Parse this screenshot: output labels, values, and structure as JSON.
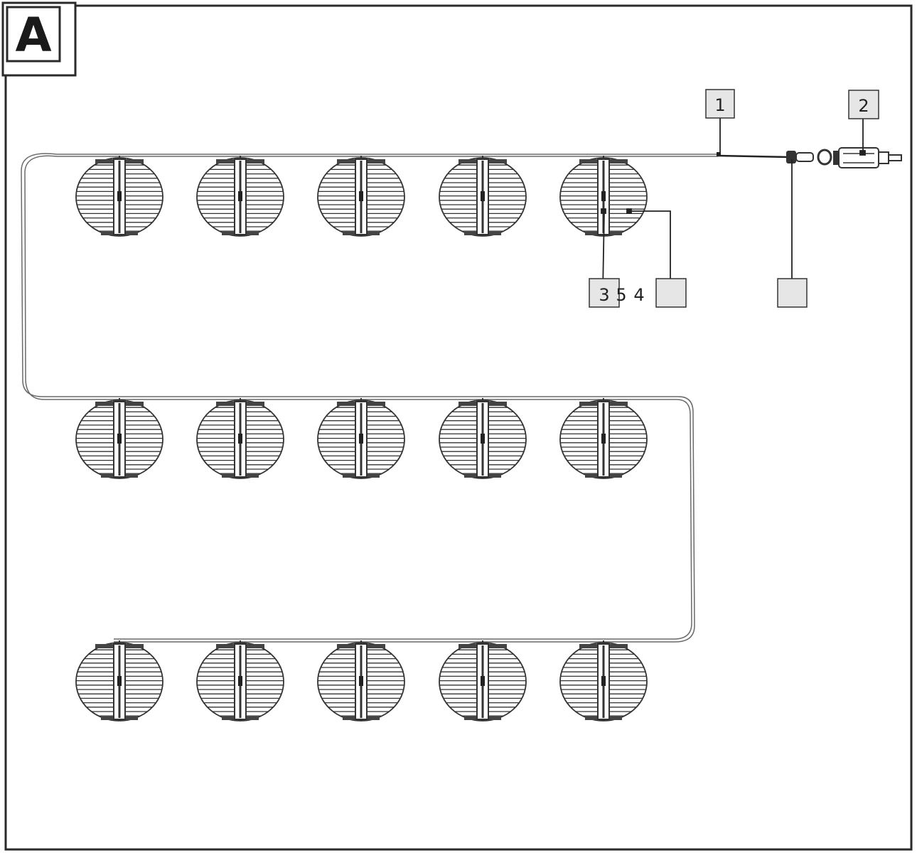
{
  "panel": {
    "label": "A"
  },
  "lanterns": {
    "rows": 3,
    "per_row": 5,
    "count": 15
  },
  "callouts": {
    "c1": "1",
    "c2": "2",
    "c3": "3",
    "c5": "5",
    "c4": "4",
    "c_blank_a": "",
    "c_blank_b": ""
  },
  "colors": {
    "line": "#3a3a3a",
    "frame": "#2a2a2a",
    "callout_fill": "#e6e6e6",
    "background": "#ffffff"
  }
}
